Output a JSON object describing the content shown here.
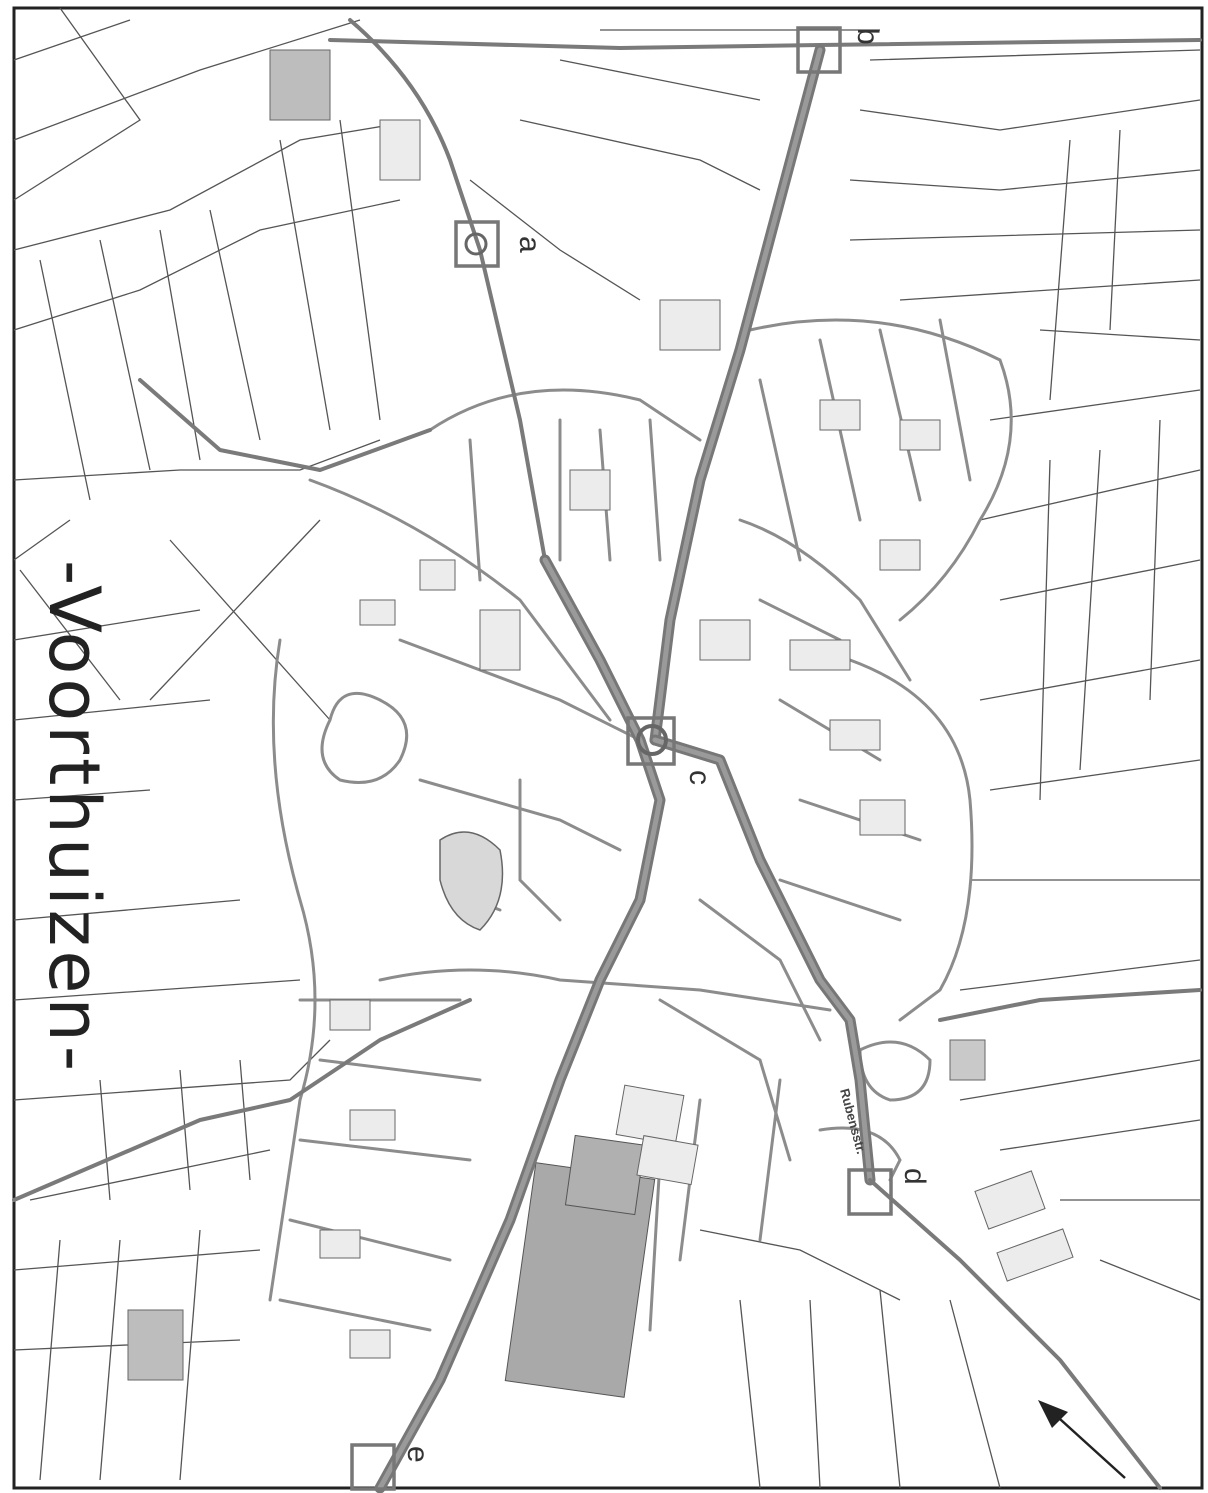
{
  "map": {
    "town_title": "-Voorthuizen-",
    "markers": [
      {
        "id": "a",
        "label": "a"
      },
      {
        "id": "b",
        "label": "b"
      },
      {
        "id": "c",
        "label": "c"
      },
      {
        "id": "d",
        "label": "d"
      },
      {
        "id": "e",
        "label": "e"
      }
    ],
    "street_labels": {
      "rubens": "Rubensstr."
    },
    "colors": {
      "main_road": "#777777",
      "street": "#8c8c8c",
      "building": "#ececec",
      "field_fill": "#bdbdbd",
      "north_arrow": "#222222"
    },
    "icons": [
      "north-arrow-icon",
      "roundabout-icon"
    ]
  }
}
